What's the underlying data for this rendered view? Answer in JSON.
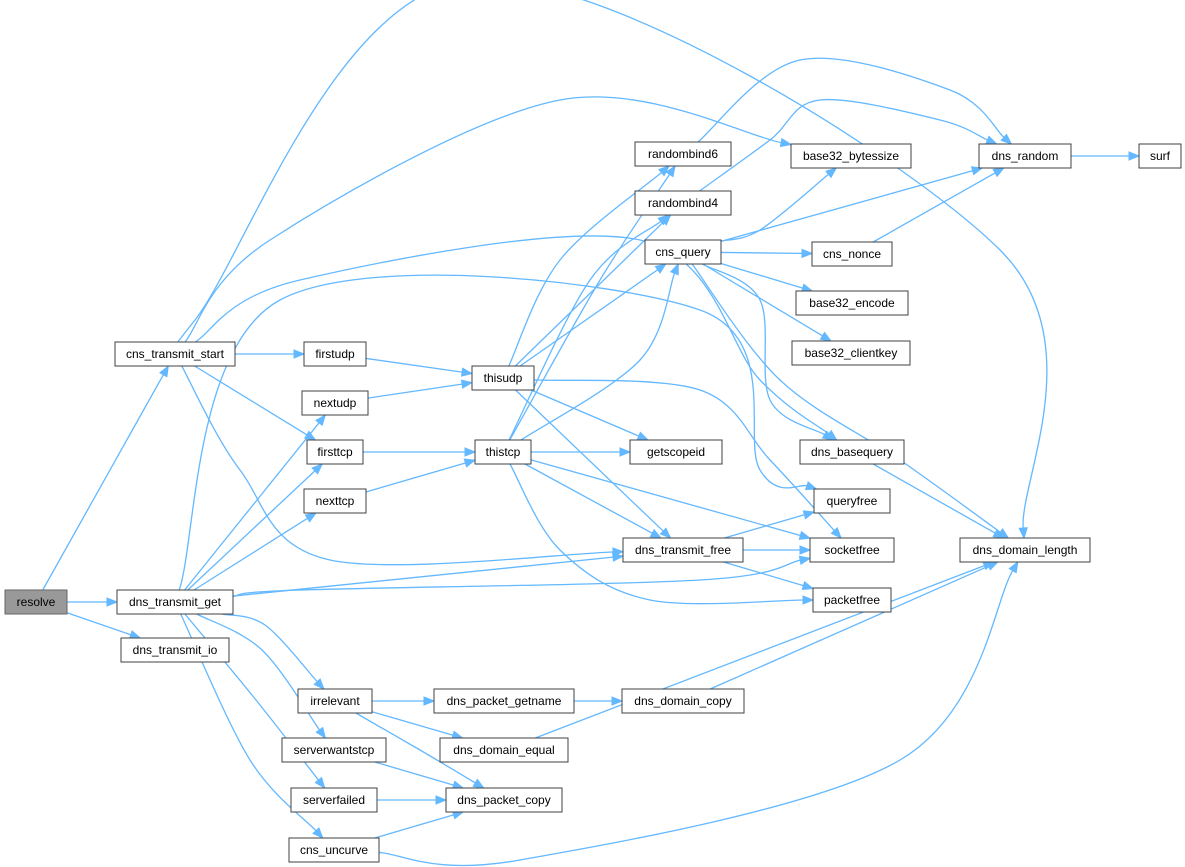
{
  "graph": {
    "root": "resolve",
    "colors": {
      "edge": "#63b8ff",
      "node_border": "#404040",
      "root_fill": "#999999",
      "node_fill": "#ffffff"
    },
    "nodes": [
      {
        "id": "resolve",
        "label": "resolve"
      },
      {
        "id": "cns_transmit_start",
        "label": "cns_transmit_start"
      },
      {
        "id": "dns_transmit_get",
        "label": "dns_transmit_get"
      },
      {
        "id": "dns_transmit_io",
        "label": "dns_transmit_io"
      },
      {
        "id": "firstudp",
        "label": "firstudp"
      },
      {
        "id": "nextudp",
        "label": "nextudp"
      },
      {
        "id": "firsttcp",
        "label": "firsttcp"
      },
      {
        "id": "nexttcp",
        "label": "nexttcp"
      },
      {
        "id": "thisudp",
        "label": "thisudp"
      },
      {
        "id": "thistcp",
        "label": "thistcp"
      },
      {
        "id": "randombind6",
        "label": "randombind6"
      },
      {
        "id": "randombind4",
        "label": "randombind4"
      },
      {
        "id": "cns_query",
        "label": "cns_query"
      },
      {
        "id": "getscopeid",
        "label": "getscopeid"
      },
      {
        "id": "dns_transmit_free",
        "label": "dns_transmit_free"
      },
      {
        "id": "base32_bytessize",
        "label": "base32_bytessize"
      },
      {
        "id": "cns_nonce",
        "label": "cns_nonce"
      },
      {
        "id": "base32_encode",
        "label": "base32_encode"
      },
      {
        "id": "base32_clientkey",
        "label": "base32_clientkey"
      },
      {
        "id": "dns_basequery",
        "label": "dns_basequery"
      },
      {
        "id": "queryfree",
        "label": "queryfree"
      },
      {
        "id": "socketfree",
        "label": "socketfree"
      },
      {
        "id": "packetfree",
        "label": "packetfree"
      },
      {
        "id": "dns_random",
        "label": "dns_random"
      },
      {
        "id": "surf",
        "label": "surf"
      },
      {
        "id": "dns_domain_length",
        "label": "dns_domain_length"
      },
      {
        "id": "irrelevant",
        "label": "irrelevant"
      },
      {
        "id": "serverwantstcp",
        "label": "serverwantstcp"
      },
      {
        "id": "serverfailed",
        "label": "serverfailed"
      },
      {
        "id": "cns_uncurve",
        "label": "cns_uncurve"
      },
      {
        "id": "dns_packet_getname",
        "label": "dns_packet_getname"
      },
      {
        "id": "dns_domain_equal",
        "label": "dns_domain_equal"
      },
      {
        "id": "dns_packet_copy",
        "label": "dns_packet_copy"
      },
      {
        "id": "dns_domain_copy",
        "label": "dns_domain_copy"
      }
    ],
    "edges": [
      [
        "resolve",
        "cns_transmit_start"
      ],
      [
        "resolve",
        "dns_transmit_get"
      ],
      [
        "resolve",
        "dns_transmit_io"
      ],
      [
        "cns_transmit_start",
        "firstudp"
      ],
      [
        "cns_transmit_start",
        "firsttcp"
      ],
      [
        "cns_transmit_start",
        "base32_bytessize"
      ],
      [
        "cns_transmit_start",
        "dns_domain_length"
      ],
      [
        "cns_transmit_start",
        "dns_basequery"
      ],
      [
        "cns_transmit_start",
        "dns_transmit_free"
      ],
      [
        "dns_transmit_get",
        "nextudp"
      ],
      [
        "dns_transmit_get",
        "firsttcp"
      ],
      [
        "dns_transmit_get",
        "nexttcp"
      ],
      [
        "dns_transmit_get",
        "irrelevant"
      ],
      [
        "dns_transmit_get",
        "serverwantstcp"
      ],
      [
        "dns_transmit_get",
        "serverfailed"
      ],
      [
        "dns_transmit_get",
        "cns_uncurve"
      ],
      [
        "dns_transmit_get",
        "dns_transmit_free"
      ],
      [
        "dns_transmit_get",
        "socketfree"
      ],
      [
        "dns_transmit_get",
        "queryfree"
      ],
      [
        "firstudp",
        "thisudp"
      ],
      [
        "nextudp",
        "thisudp"
      ],
      [
        "firsttcp",
        "thistcp"
      ],
      [
        "nexttcp",
        "thistcp"
      ],
      [
        "thisudp",
        "randombind6"
      ],
      [
        "thisudp",
        "randombind4"
      ],
      [
        "thisudp",
        "cns_query"
      ],
      [
        "thisudp",
        "getscopeid"
      ],
      [
        "thisudp",
        "dns_transmit_free"
      ],
      [
        "thisudp",
        "socketfree"
      ],
      [
        "thistcp",
        "randombind6"
      ],
      [
        "thistcp",
        "randombind4"
      ],
      [
        "thistcp",
        "cns_query"
      ],
      [
        "thistcp",
        "getscopeid"
      ],
      [
        "thistcp",
        "dns_transmit_free"
      ],
      [
        "thistcp",
        "socketfree"
      ],
      [
        "thistcp",
        "packetfree"
      ],
      [
        "randombind6",
        "dns_random"
      ],
      [
        "randombind4",
        "dns_random"
      ],
      [
        "cns_query",
        "base32_bytessize"
      ],
      [
        "cns_query",
        "dns_random"
      ],
      [
        "cns_query",
        "cns_nonce"
      ],
      [
        "cns_query",
        "base32_encode"
      ],
      [
        "cns_query",
        "base32_clientkey"
      ],
      [
        "cns_query",
        "dns_basequery"
      ],
      [
        "cns_query",
        "dns_domain_length"
      ],
      [
        "cns_nonce",
        "dns_random"
      ],
      [
        "dns_random",
        "surf"
      ],
      [
        "dns_basequery",
        "dns_domain_length"
      ],
      [
        "dns_transmit_free",
        "queryfree"
      ],
      [
        "dns_transmit_free",
        "socketfree"
      ],
      [
        "dns_transmit_free",
        "packetfree"
      ],
      [
        "irrelevant",
        "dns_packet_getname"
      ],
      [
        "irrelevant",
        "dns_domain_equal"
      ],
      [
        "irrelevant",
        "dns_packet_copy"
      ],
      [
        "serverwantstcp",
        "dns_packet_copy"
      ],
      [
        "serverfailed",
        "dns_packet_copy"
      ],
      [
        "cns_uncurve",
        "dns_packet_copy"
      ],
      [
        "cns_uncurve",
        "dns_domain_length"
      ],
      [
        "dns_packet_getname",
        "dns_domain_copy"
      ],
      [
        "dns_domain_copy",
        "dns_domain_length"
      ],
      [
        "dns_domain_equal",
        "dns_domain_length"
      ]
    ]
  }
}
